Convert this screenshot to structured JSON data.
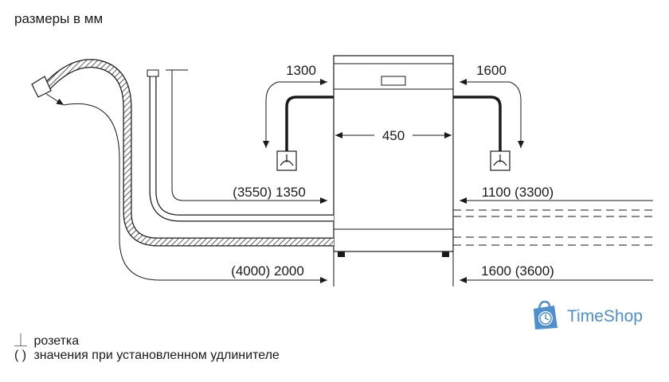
{
  "header": {
    "units": "размеры в мм"
  },
  "dimensions": {
    "left_outlet": "1300",
    "right_outlet": "1600",
    "width": "450",
    "left_water": "(3550) 1350",
    "right_water": "1100 (3300)",
    "left_drain": "(4000) 2000",
    "right_drain": "1600 (3600)"
  },
  "legend": [
    {
      "symbol": "⏊",
      "text": "розетка",
      "icon": "socket-icon"
    },
    {
      "symbol": "( )",
      "text": "значения при установленном удлинителе",
      "icon": "parentheses-icon"
    }
  ],
  "brand": {
    "name": "TimeShop",
    "color": "#4e8fd0"
  }
}
